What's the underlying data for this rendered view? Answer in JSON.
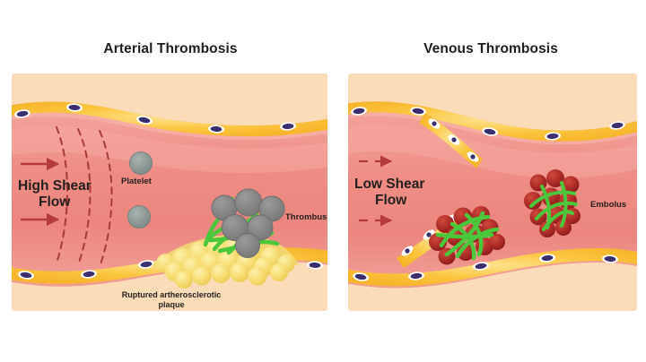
{
  "figure": {
    "type": "medical-illustration",
    "subject": "Comparison of arterial and venous thrombosis",
    "background_color": "#ffffff"
  },
  "panels": [
    {
      "id": "arterial",
      "title": "Arterial Thrombosis",
      "background_color": "#fbdcb9",
      "vessel": {
        "lumen_color": "#ef8d85",
        "wall_color": "#f6a79c",
        "endothelium_color": "#fcc843",
        "nucleus_color": "#3b2f6e"
      },
      "flow": {
        "label_line1": "High Shear",
        "label_line2": "Flow",
        "arrow_style": "solid",
        "arrow_color": "#b53a3a",
        "streamline_style": "dashed"
      },
      "annotations": [
        {
          "name": "platelet",
          "label": "Platelet",
          "color": "#8e9a97"
        },
        {
          "name": "thrombus",
          "label": "Thrombus",
          "color": "#8a8a8a"
        },
        {
          "name": "plaque",
          "label_line1": "Ruptured artherosclerotic",
          "label_line2": "plaque",
          "color": "#f5dd7a"
        }
      ],
      "fibrin_color": "#4ac73a",
      "free_platelet_count": 2,
      "thrombus_platelet_count": 6
    },
    {
      "id": "venous",
      "title": "Venous Thrombosis",
      "background_color": "#fbdcb9",
      "vessel": {
        "lumen_color": "#ef8d85",
        "wall_color": "#f6a79c",
        "endothelium_color": "#fcc843",
        "nucleus_color": "#3b2f6e",
        "has_valve_leaflets": true
      },
      "flow": {
        "label_line1": "Low Shear",
        "label_line2": "Flow",
        "arrow_style": "broken-dashed",
        "arrow_color": "#b53a3a",
        "streamline_style": "none"
      },
      "annotations": [
        {
          "name": "embolus",
          "label": "Embolus",
          "color": "#b02828"
        }
      ],
      "fibrin_color": "#4ac73a",
      "red_cell_color": "#b02828",
      "clot_count": 2
    }
  ]
}
